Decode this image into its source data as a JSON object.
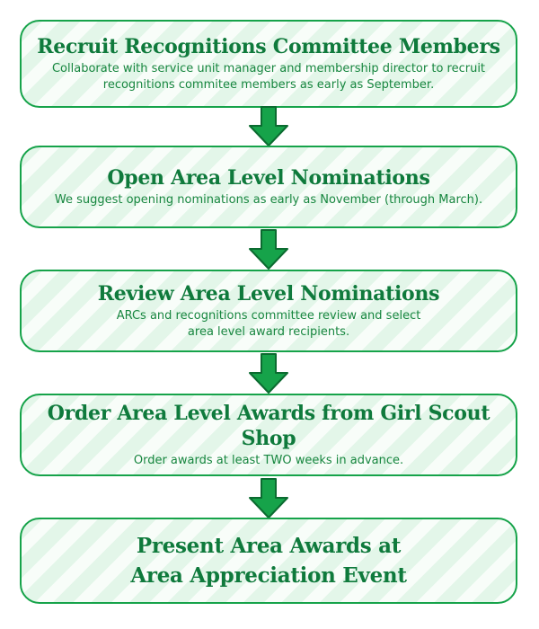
{
  "steps": [
    {
      "title": "Recruit Recognitions Committee Members",
      "desc_line1": "Collaborate with service unit manager and membership director to recruit",
      "desc_line2": "recognitions commitee members as early as September."
    },
    {
      "title": "Open Area Level Nominations",
      "desc_line1": "We suggest opening nominations as early as November (through March)."
    },
    {
      "title": "Review Area Level Nominations",
      "desc_line1": "ARCs and recognitions committee review and select",
      "desc_line2": "area level award recipients."
    },
    {
      "title": "Order Area Level Awards from Girl Scout Shop",
      "desc_line1": "Order awards at least TWO weeks in advance."
    },
    {
      "title_line1": "Present Area Awards at",
      "title_line2": "Area Appreciation Event"
    }
  ],
  "colors": {
    "accent": "#16a34a",
    "text": "#0f7a3c",
    "arrow_fill": "#16a34a",
    "arrow_stroke": "#0b6b30",
    "box_fill": "#e9f8ee"
  },
  "icons": {
    "connector": "down-arrow-icon"
  }
}
